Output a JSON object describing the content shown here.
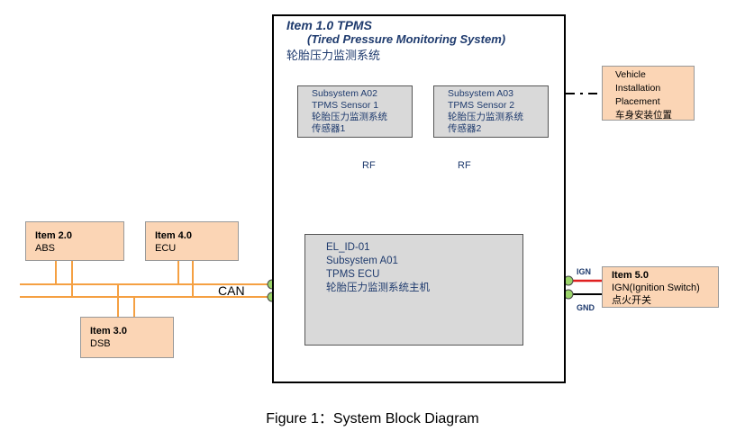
{
  "system": {
    "title_line1": "Item 1.0 TPMS",
    "title_line2": "(Tired Pressure Monitoring System)",
    "title_line3": "轮胎压力监测系统"
  },
  "sensors": [
    {
      "line1": "Subsystem A02",
      "line2": "TPMS Sensor 1",
      "line3": "轮胎压力监测系统",
      "line4": "传感器1"
    },
    {
      "line1": "Subsystem A03",
      "line2": "TPMS Sensor 2",
      "line3": "轮胎压力监测系统",
      "line4": "传感器2"
    }
  ],
  "rf_label": "RF",
  "ecu": {
    "line1": "EL_ID-01",
    "line2": "Subsystem A01",
    "line3": "TPMS ECU",
    "line4": "轮胎压力监测系统主机"
  },
  "vehicle": {
    "line1": "Vehicle",
    "line2": "Installation",
    "line3": "Placement",
    "line4": "车身安装位置"
  },
  "items": {
    "abs": {
      "title": "Item 2.0",
      "name": "ABS"
    },
    "ecu": {
      "title": "Item 4.0",
      "name": "ECU"
    },
    "dsb": {
      "title": "Item 3.0",
      "name": "DSB"
    },
    "ign": {
      "title": "Item 5.0",
      "name": "IGN(Ignition Switch)",
      "name_cn": "点火开关"
    }
  },
  "can_label": "CAN",
  "ign_pin": "IGN",
  "gnd_pin": "GND",
  "caption": "Figure 1：System Block Diagram",
  "colors": {
    "can_bus": "#f5a042",
    "ign_wire": "#e02020",
    "gnd_wire": "#000000",
    "connector": "#9bd46a",
    "text": "#1f3b6e"
  }
}
